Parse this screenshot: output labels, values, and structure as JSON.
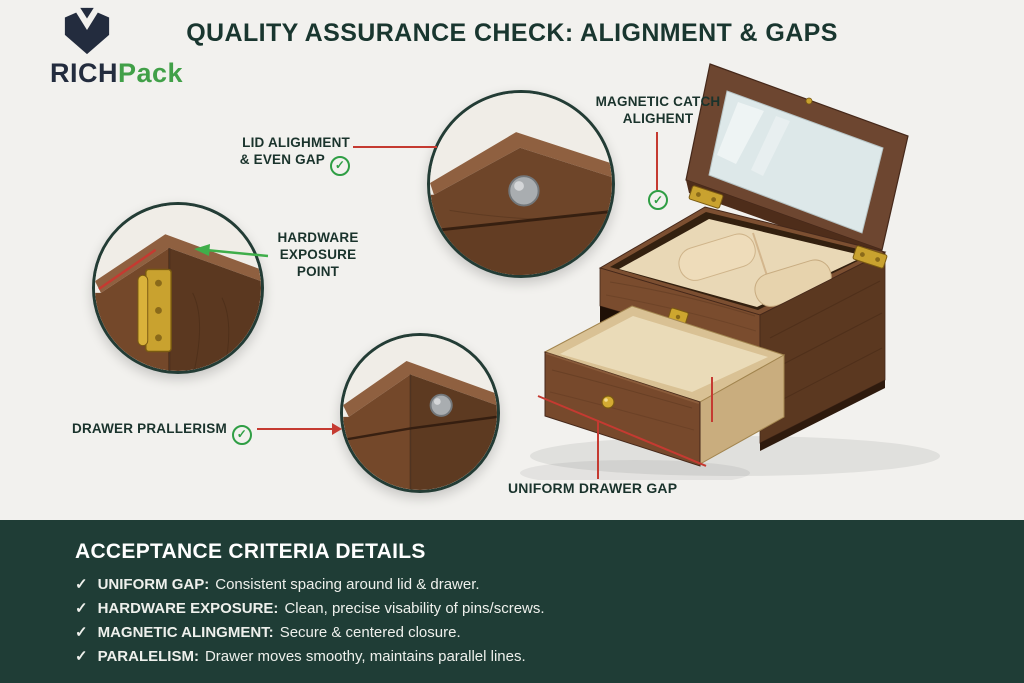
{
  "icons": {
    "check": "✓"
  },
  "header": {
    "title": "QUALITY ASSURANCE CHECK: ALIGNMENT & GAPS"
  },
  "logo": {
    "rich": "RICH",
    "pack": "Pack"
  },
  "callout_labels": {
    "lid": {
      "line1": "LID ALIGHMENT",
      "line2": "& EVEN GAP"
    },
    "magnetic": {
      "line1": "MAGNETIC CATCH",
      "line2": "ALIGHENT"
    },
    "hardware": {
      "line1": "HARDWARE",
      "line2": "EXPOSURE",
      "line3": "POINT"
    },
    "drawer": {
      "text": "DRAWER PRALLERISM"
    },
    "uniform_gap": {
      "text": "UNIFORM DRAWER GAP"
    }
  },
  "footer": {
    "title": "ACCEPTANCE CRITERIA DETAILS",
    "items": [
      {
        "label": "UNIFORM GAP:",
        "text": "Consistent spacing around lid & drawer."
      },
      {
        "label": "HARDWARE EXPOSURE:",
        "text": "Clean, precise visability of pins/screws."
      },
      {
        "label": "MAGNETIC ALINGMENT:",
        "text": "Secure & centered closure."
      },
      {
        "label": "PARALELISM:",
        "text": "Drawer moves smoothy, maintains parallel lines."
      }
    ]
  },
  "colors": {
    "teal": "#1f3d36",
    "green": "#2f9e44",
    "red": "#c53a31",
    "brass": "#c9a22f",
    "wood_mid": "#6f4528",
    "cream": "#e9d8b6"
  }
}
